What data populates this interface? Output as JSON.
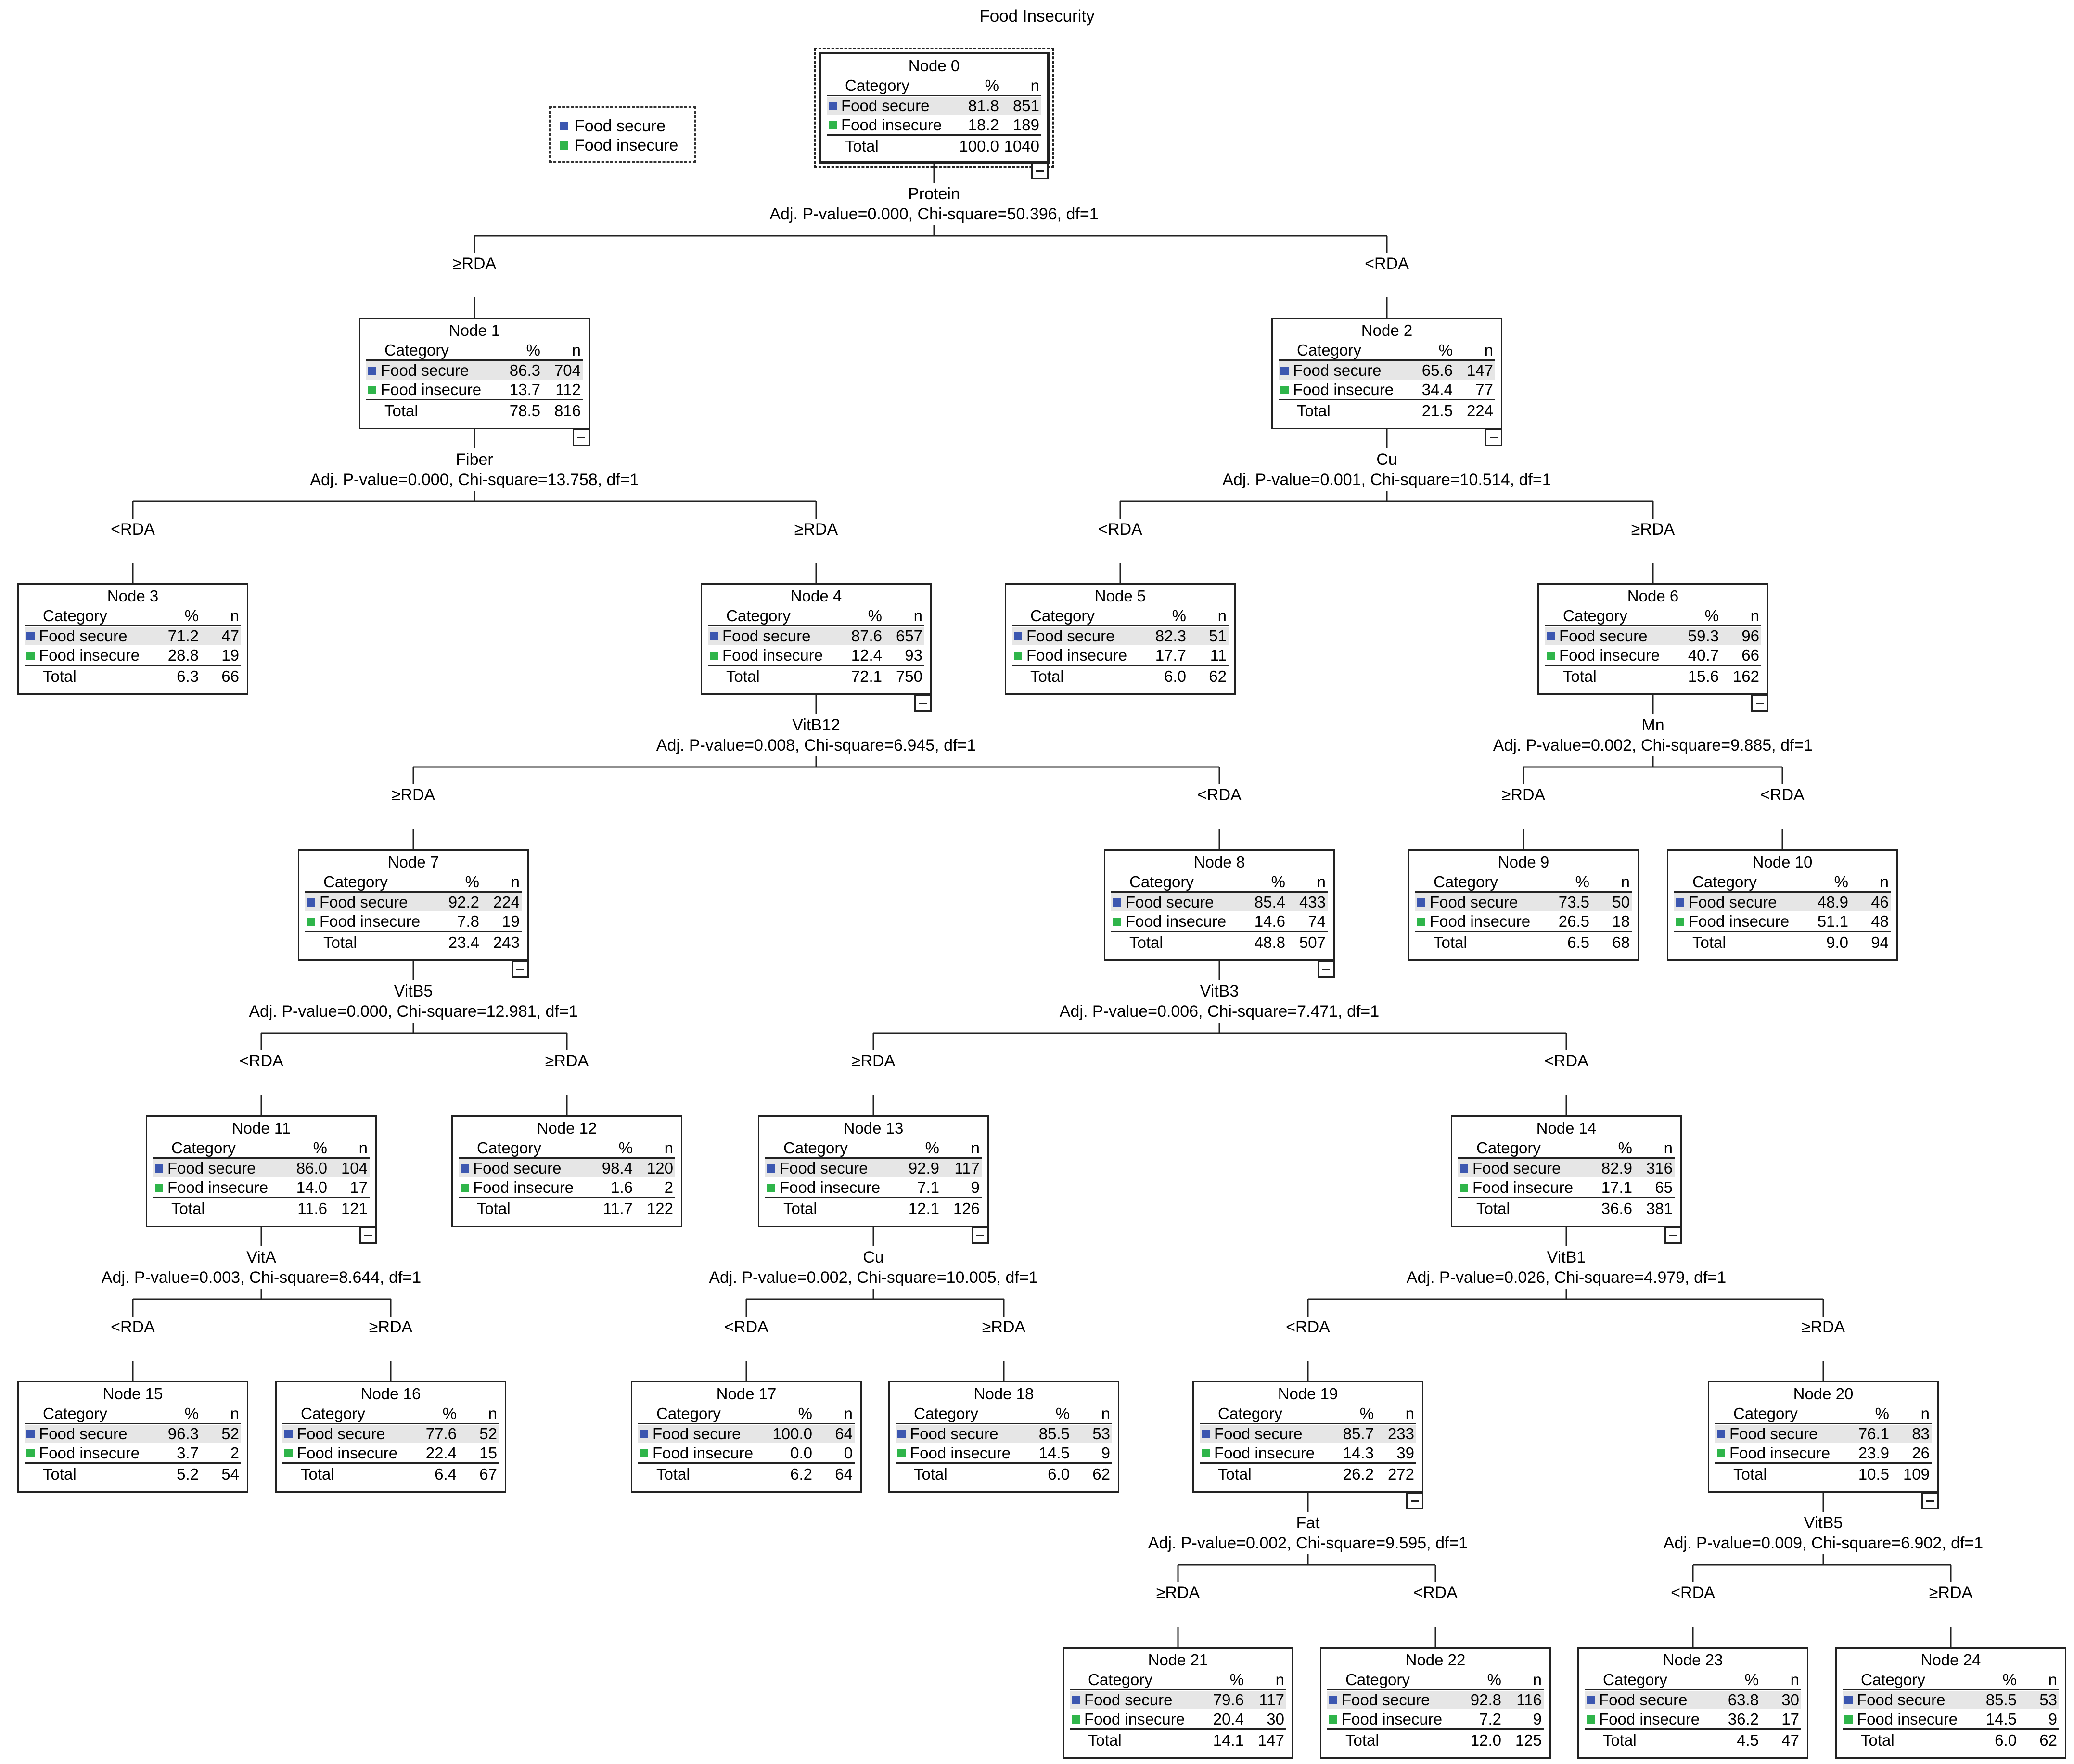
{
  "title": "Food Insecurity",
  "legend": [
    {
      "label": "Food secure",
      "color": "#3c57b0"
    },
    {
      "label": "Food insecure",
      "color": "#2fb54a"
    }
  ],
  "table_headers": {
    "category": "Category",
    "pct": "%",
    "n": "n"
  },
  "row_labels": {
    "secure": "Food secure",
    "insecure": "Food insecure",
    "total": "Total"
  },
  "nodes": [
    {
      "id": "Node 0",
      "secure_pct": "81.8",
      "secure_n": "851",
      "insecure_pct": "18.2",
      "insecure_n": "189",
      "total_pct": "100.0",
      "total_n": "1040"
    },
    {
      "id": "Node 1",
      "secure_pct": "86.3",
      "secure_n": "704",
      "insecure_pct": "13.7",
      "insecure_n": "112",
      "total_pct": "78.5",
      "total_n": "816"
    },
    {
      "id": "Node 2",
      "secure_pct": "65.6",
      "secure_n": "147",
      "insecure_pct": "34.4",
      "insecure_n": "77",
      "total_pct": "21.5",
      "total_n": "224"
    },
    {
      "id": "Node 3",
      "secure_pct": "71.2",
      "secure_n": "47",
      "insecure_pct": "28.8",
      "insecure_n": "19",
      "total_pct": "6.3",
      "total_n": "66"
    },
    {
      "id": "Node 4",
      "secure_pct": "87.6",
      "secure_n": "657",
      "insecure_pct": "12.4",
      "insecure_n": "93",
      "total_pct": "72.1",
      "total_n": "750"
    },
    {
      "id": "Node 5",
      "secure_pct": "82.3",
      "secure_n": "51",
      "insecure_pct": "17.7",
      "insecure_n": "11",
      "total_pct": "6.0",
      "total_n": "62"
    },
    {
      "id": "Node 6",
      "secure_pct": "59.3",
      "secure_n": "96",
      "insecure_pct": "40.7",
      "insecure_n": "66",
      "total_pct": "15.6",
      "total_n": "162"
    },
    {
      "id": "Node 7",
      "secure_pct": "92.2",
      "secure_n": "224",
      "insecure_pct": "7.8",
      "insecure_n": "19",
      "total_pct": "23.4",
      "total_n": "243"
    },
    {
      "id": "Node 8",
      "secure_pct": "85.4",
      "secure_n": "433",
      "insecure_pct": "14.6",
      "insecure_n": "74",
      "total_pct": "48.8",
      "total_n": "507"
    },
    {
      "id": "Node 9",
      "secure_pct": "73.5",
      "secure_n": "50",
      "insecure_pct": "26.5",
      "insecure_n": "18",
      "total_pct": "6.5",
      "total_n": "68"
    },
    {
      "id": "Node 10",
      "secure_pct": "48.9",
      "secure_n": "46",
      "insecure_pct": "51.1",
      "insecure_n": "48",
      "total_pct": "9.0",
      "total_n": "94"
    },
    {
      "id": "Node 11",
      "secure_pct": "86.0",
      "secure_n": "104",
      "insecure_pct": "14.0",
      "insecure_n": "17",
      "total_pct": "11.6",
      "total_n": "121"
    },
    {
      "id": "Node 12",
      "secure_pct": "98.4",
      "secure_n": "120",
      "insecure_pct": "1.6",
      "insecure_n": "2",
      "total_pct": "11.7",
      "total_n": "122"
    },
    {
      "id": "Node 13",
      "secure_pct": "92.9",
      "secure_n": "117",
      "insecure_pct": "7.1",
      "insecure_n": "9",
      "total_pct": "12.1",
      "total_n": "126"
    },
    {
      "id": "Node 14",
      "secure_pct": "82.9",
      "secure_n": "316",
      "insecure_pct": "17.1",
      "insecure_n": "65",
      "total_pct": "36.6",
      "total_n": "381"
    },
    {
      "id": "Node 15",
      "secure_pct": "96.3",
      "secure_n": "52",
      "insecure_pct": "3.7",
      "insecure_n": "2",
      "total_pct": "5.2",
      "total_n": "54"
    },
    {
      "id": "Node 16",
      "secure_pct": "77.6",
      "secure_n": "52",
      "insecure_pct": "22.4",
      "insecure_n": "15",
      "total_pct": "6.4",
      "total_n": "67"
    },
    {
      "id": "Node 17",
      "secure_pct": "100.0",
      "secure_n": "64",
      "insecure_pct": "0.0",
      "insecure_n": "0",
      "total_pct": "6.2",
      "total_n": "64"
    },
    {
      "id": "Node 18",
      "secure_pct": "85.5",
      "secure_n": "53",
      "insecure_pct": "14.5",
      "insecure_n": "9",
      "total_pct": "6.0",
      "total_n": "62"
    },
    {
      "id": "Node 19",
      "secure_pct": "85.7",
      "secure_n": "233",
      "insecure_pct": "14.3",
      "insecure_n": "39",
      "total_pct": "26.2",
      "total_n": "272"
    },
    {
      "id": "Node 20",
      "secure_pct": "76.1",
      "secure_n": "83",
      "insecure_pct": "23.9",
      "insecure_n": "26",
      "total_pct": "10.5",
      "total_n": "109"
    },
    {
      "id": "Node 21",
      "secure_pct": "79.6",
      "secure_n": "117",
      "insecure_pct": "20.4",
      "insecure_n": "30",
      "total_pct": "14.1",
      "total_n": "147"
    },
    {
      "id": "Node 22",
      "secure_pct": "92.8",
      "secure_n": "116",
      "insecure_pct": "7.2",
      "insecure_n": "9",
      "total_pct": "12.0",
      "total_n": "125"
    },
    {
      "id": "Node 23",
      "secure_pct": "63.8",
      "secure_n": "30",
      "insecure_pct": "36.2",
      "insecure_n": "17",
      "total_pct": "4.5",
      "total_n": "47"
    },
    {
      "id": "Node 24",
      "secure_pct": "85.5",
      "secure_n": "53",
      "insecure_pct": "14.5",
      "insecure_n": "9",
      "total_pct": "6.0",
      "total_n": "62"
    }
  ],
  "splits": [
    {
      "node": 0,
      "variable": "Protein",
      "stats": "Adj. P-value=0.000, Chi-square=50.396, df=1"
    },
    {
      "node": 1,
      "variable": "Fiber",
      "stats": "Adj. P-value=0.000, Chi-square=13.758, df=1"
    },
    {
      "node": 2,
      "variable": "Cu",
      "stats": "Adj. P-value=0.001, Chi-square=10.514, df=1"
    },
    {
      "node": 4,
      "variable": "VitB12",
      "stats": "Adj. P-value=0.008, Chi-square=6.945, df=1"
    },
    {
      "node": 6,
      "variable": "Mn",
      "stats": "Adj. P-value=0.002, Chi-square=9.885, df=1"
    },
    {
      "node": 7,
      "variable": "VitB5",
      "stats": "Adj. P-value=0.000, Chi-square=12.981, df=1"
    },
    {
      "node": 8,
      "variable": "VitB3",
      "stats": "Adj. P-value=0.006, Chi-square=7.471, df=1"
    },
    {
      "node": 11,
      "variable": "VitA",
      "stats": "Adj. P-value=0.003, Chi-square=8.644, df=1"
    },
    {
      "node": 13,
      "variable": "Cu",
      "stats": "Adj. P-value=0.002, Chi-square=10.005, df=1"
    },
    {
      "node": 14,
      "variable": "VitB1",
      "stats": "Adj. P-value=0.026, Chi-square=4.979, df=1"
    },
    {
      "node": 19,
      "variable": "Fat",
      "stats": "Adj. P-value=0.002, Chi-square=9.595, df=1"
    },
    {
      "node": 20,
      "variable": "VitB5",
      "stats": "Adj. P-value=0.009, Chi-square=6.902, df=1"
    }
  ],
  "edges": [
    {
      "from": 0,
      "to": 1,
      "label": "≥RDA"
    },
    {
      "from": 0,
      "to": 2,
      "label": "<RDA"
    },
    {
      "from": 1,
      "to": 3,
      "label": "<RDA"
    },
    {
      "from": 1,
      "to": 4,
      "label": "≥RDA"
    },
    {
      "from": 2,
      "to": 5,
      "label": "<RDA"
    },
    {
      "from": 2,
      "to": 6,
      "label": "≥RDA"
    },
    {
      "from": 4,
      "to": 7,
      "label": "≥RDA"
    },
    {
      "from": 4,
      "to": 8,
      "label": "<RDA"
    },
    {
      "from": 6,
      "to": 9,
      "label": "≥RDA"
    },
    {
      "from": 6,
      "to": 10,
      "label": "<RDA"
    },
    {
      "from": 7,
      "to": 11,
      "label": "<RDA"
    },
    {
      "from": 7,
      "to": 12,
      "label": "≥RDA"
    },
    {
      "from": 8,
      "to": 13,
      "label": "≥RDA"
    },
    {
      "from": 8,
      "to": 14,
      "label": "<RDA"
    },
    {
      "from": 11,
      "to": 15,
      "label": "<RDA"
    },
    {
      "from": 11,
      "to": 16,
      "label": "≥RDA"
    },
    {
      "from": 13,
      "to": 17,
      "label": "<RDA"
    },
    {
      "from": 13,
      "to": 18,
      "label": "≥RDA"
    },
    {
      "from": 14,
      "to": 19,
      "label": "<RDA"
    },
    {
      "from": 14,
      "to": 20,
      "label": "≥RDA"
    },
    {
      "from": 19,
      "to": 21,
      "label": "≥RDA"
    },
    {
      "from": 19,
      "to": 22,
      "label": "<RDA"
    },
    {
      "from": 20,
      "to": 23,
      "label": "<RDA"
    },
    {
      "from": 20,
      "to": 24,
      "label": "≥RDA"
    }
  ]
}
